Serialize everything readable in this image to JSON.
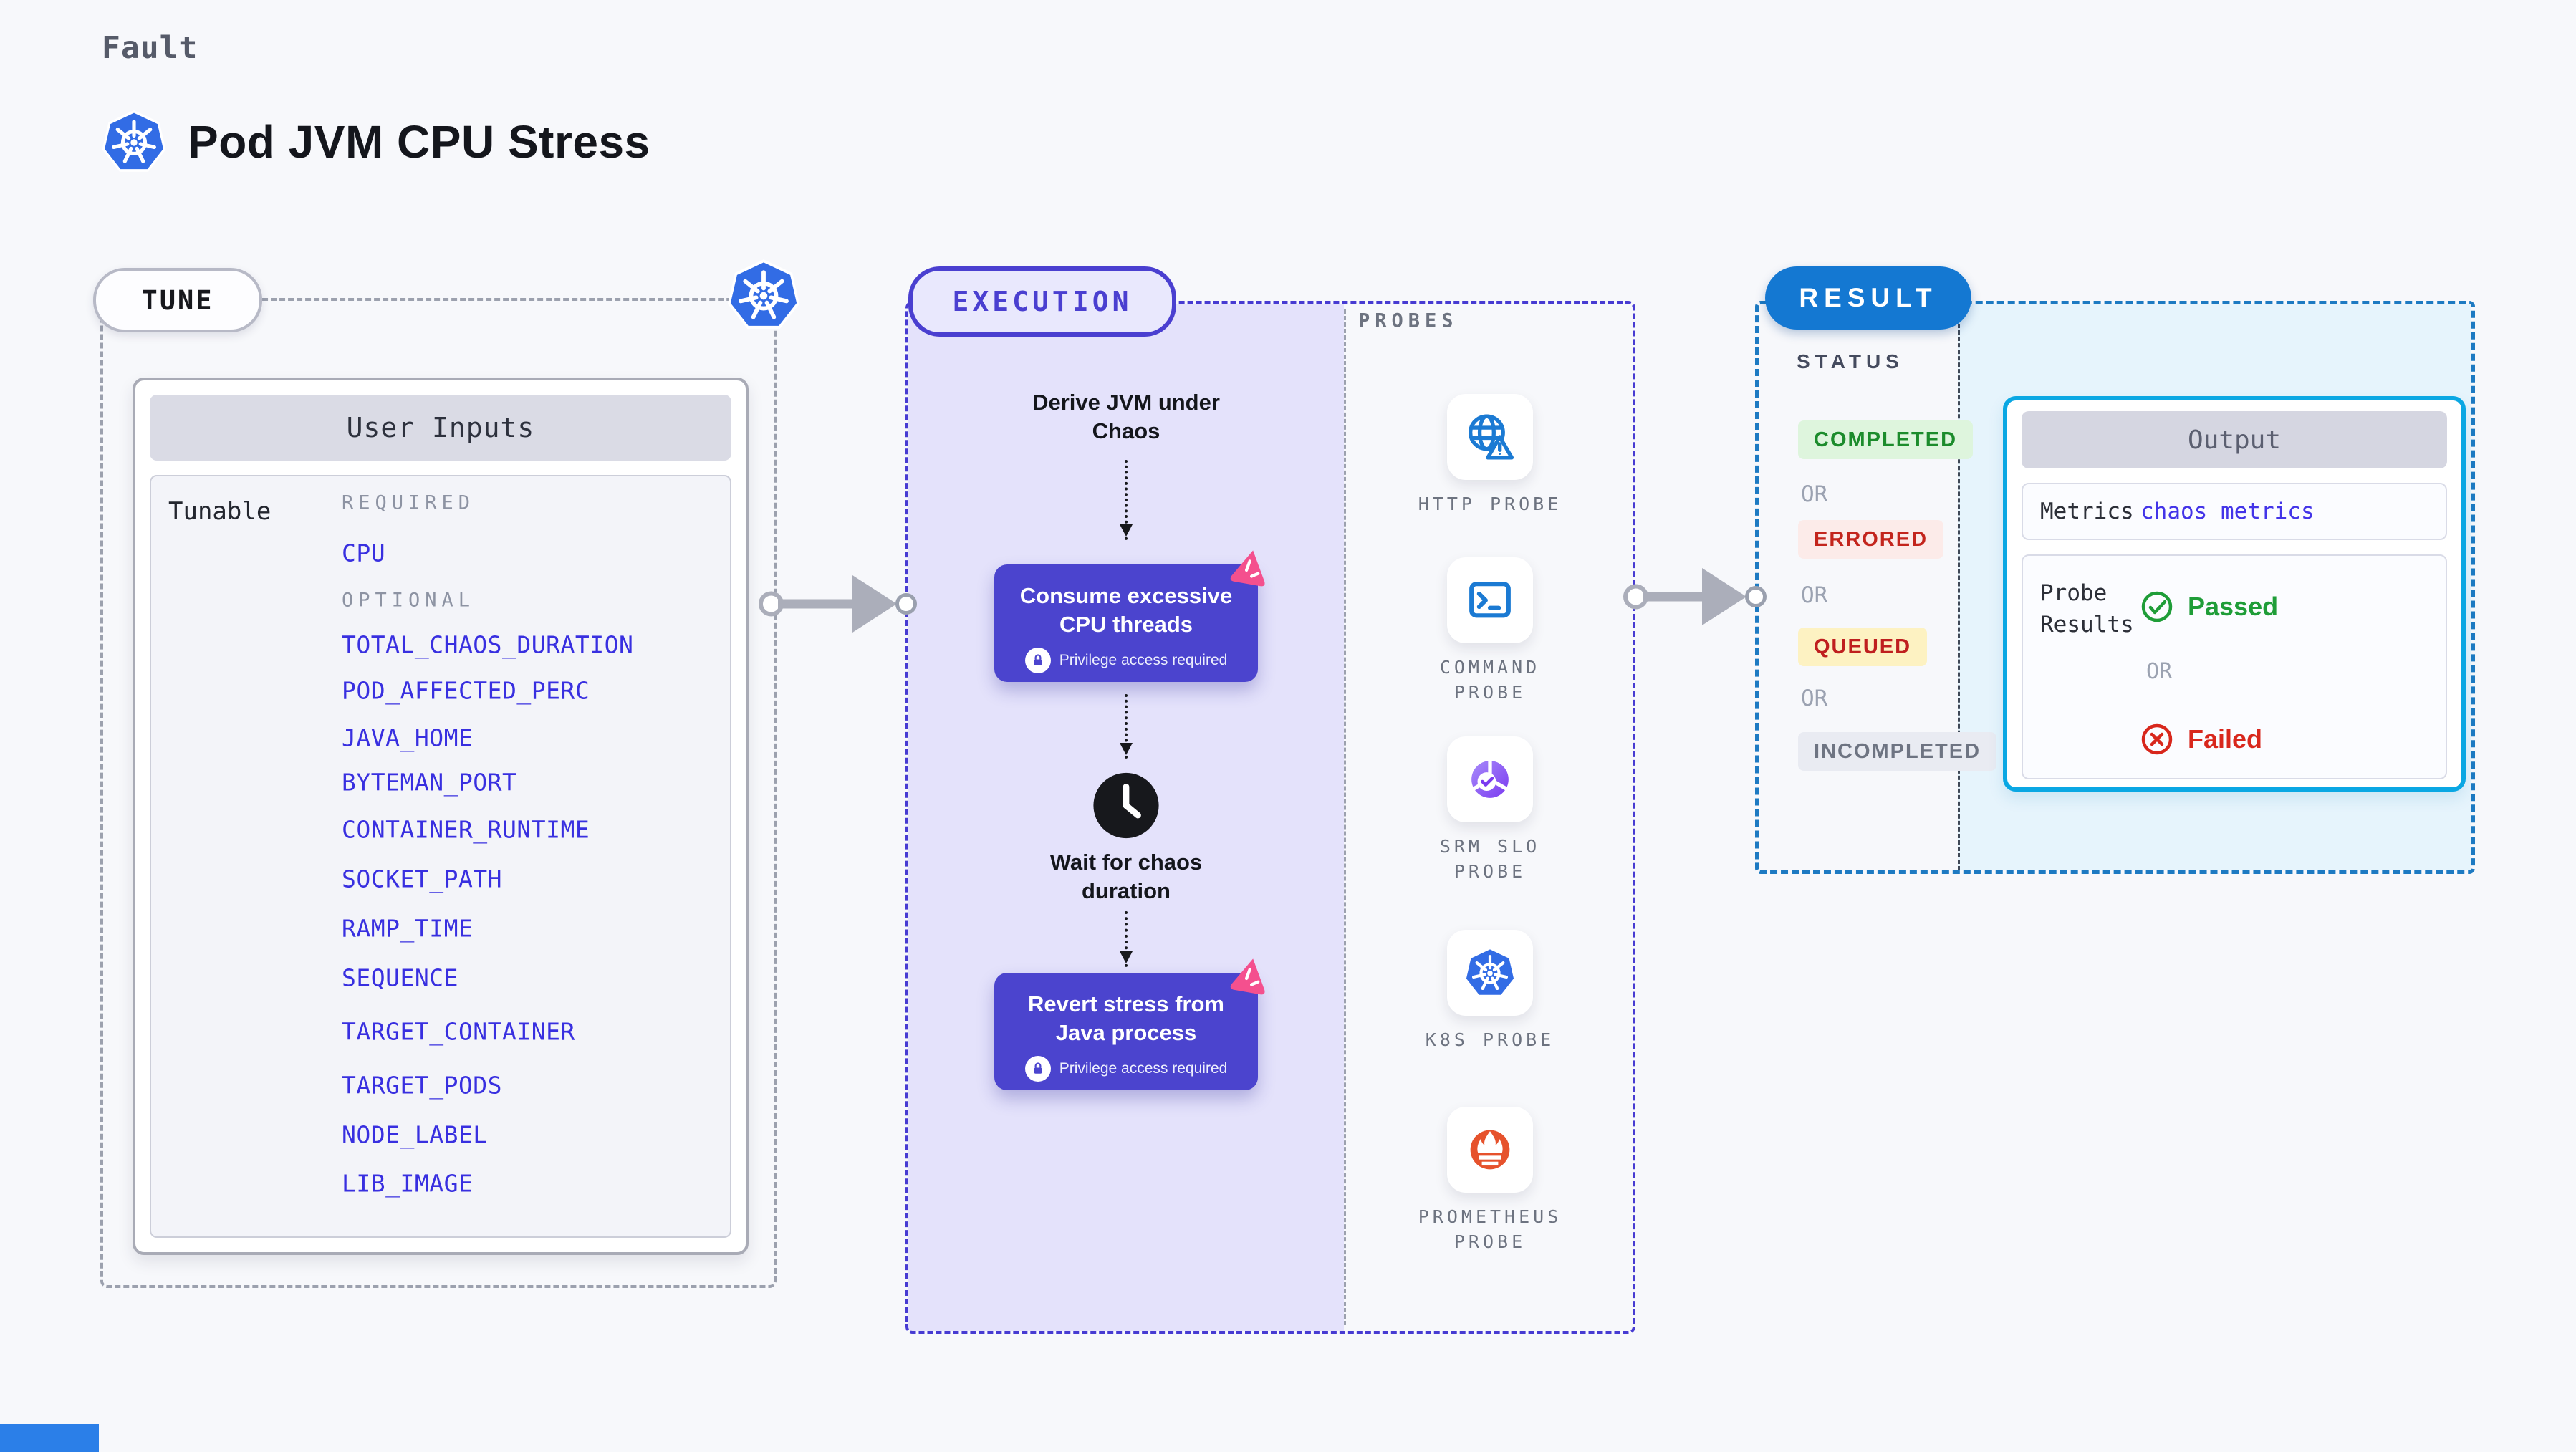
{
  "colors": {
    "page_bg": "#f7f8fb",
    "kubernetes_blue": "#326CE5",
    "accent_indigo": "#473BD2",
    "node_indigo": "#4B44CE",
    "execution_bg": "#E4E2FB",
    "param_blue": "#382FE0",
    "chaos_pink": "#F4508E",
    "result_blue": "#1478D2",
    "result_border_blue": "#1D7AC2",
    "output_border_cyan": "#0AA7E3",
    "result_cyan_bg": "#E6F4FC",
    "completed_green": "#1C8C2C",
    "errored_red": "#C3251D",
    "queued_yellow_bg": "#FDF2C2",
    "passed_green": "#1F9D38",
    "failed_red": "#D8271C",
    "prometheus_orange": "#E6522C"
  },
  "header": {
    "kicker": "Fault",
    "title": "Pod JVM CPU Stress",
    "icon": "kubernetes-icon"
  },
  "tune": {
    "badge": "TUNE",
    "corner_icon": "kubernetes-icon",
    "table": {
      "title": "User Inputs",
      "row_label": "Tunable",
      "sections": [
        {
          "label": "REQUIRED",
          "items": [
            "CPU"
          ]
        },
        {
          "label": "OPTIONAL",
          "items": [
            "TOTAL_CHAOS_DURATION",
            "POD_AFFECTED_PERC",
            "JAVA_HOME",
            "BYTEMAN_PORT",
            "CONTAINER_RUNTIME",
            "SOCKET_PATH",
            "RAMP_TIME",
            "SEQUENCE",
            "TARGET_CONTAINER",
            "TARGET_PODS",
            "NODE_LABEL",
            "LIB_IMAGE"
          ]
        }
      ]
    }
  },
  "execution": {
    "badge": "EXECUTION",
    "derive_label": "Derive JVM under Chaos",
    "consume_label": "Consume excessive CPU threads",
    "wait_icon": "clock-icon",
    "wait_label": "Wait for chaos duration",
    "revert_label": "Revert stress from Java process",
    "privilege_note": "Privilege access required",
    "node_corner_icon": "chaos-pinwheel-icon"
  },
  "probes": {
    "label": "PROBES",
    "items": [
      {
        "icon": "http-probe-icon",
        "label": "HTTP PROBE"
      },
      {
        "icon": "command-probe-icon",
        "label": "COMMAND PROBE"
      },
      {
        "icon": "srm-slo-probe-icon",
        "label": "SRM SLO PROBE"
      },
      {
        "icon": "k8s-probe-icon",
        "label": "K8S PROBE"
      },
      {
        "icon": "prometheus-probe-icon",
        "label": "PROMETHEUS PROBE"
      }
    ]
  },
  "result": {
    "badge": "RESULT",
    "status_label": "STATUS",
    "or_label": "OR",
    "statuses": [
      {
        "label": "COMPLETED",
        "state": "completed"
      },
      {
        "label": "ERRORED",
        "state": "errored"
      },
      {
        "label": "QUEUED",
        "state": "queued"
      },
      {
        "label": "INCOMPLETED",
        "state": "incompleted"
      }
    ],
    "output": {
      "title": "Output",
      "rows": [
        {
          "label": "Metrics",
          "value": "chaos metrics"
        }
      ],
      "probe_results_label": "Probe Results",
      "passed_label": "Passed",
      "or_label": "OR",
      "failed_label": "Failed"
    }
  }
}
